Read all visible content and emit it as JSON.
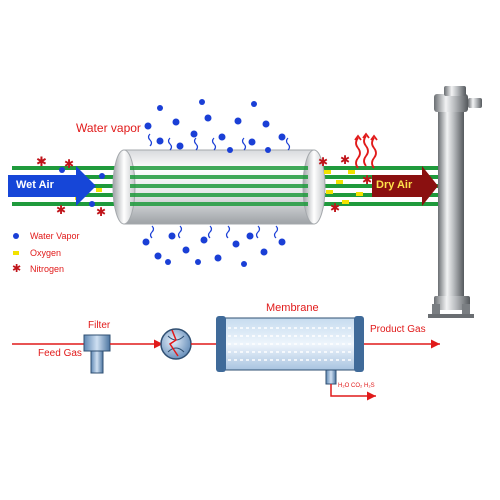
{
  "top_diagram": {
    "title": "Water vapor",
    "wet_air_label": "Wet Air",
    "dry_air_label": "Dry Air"
  },
  "legend": {
    "items": [
      {
        "label": "Water Vapor",
        "color": "#1a3fd6"
      },
      {
        "label": "Oxygen",
        "color": "#f2e200"
      },
      {
        "label": "Nitrogen",
        "color": "#c0141a"
      }
    ]
  },
  "process": {
    "feed_gas": "Feed Gas",
    "filter": "Filter",
    "membrane": "Membrane",
    "product_gas": "Product Gas",
    "permeate": "H₂O CO₂ H₂S"
  },
  "colors": {
    "fiber_green": "#1f9a3c",
    "arrow_blue": "#1646d8",
    "arrow_red": "#8a1010",
    "label_red": "#e11a1a"
  }
}
